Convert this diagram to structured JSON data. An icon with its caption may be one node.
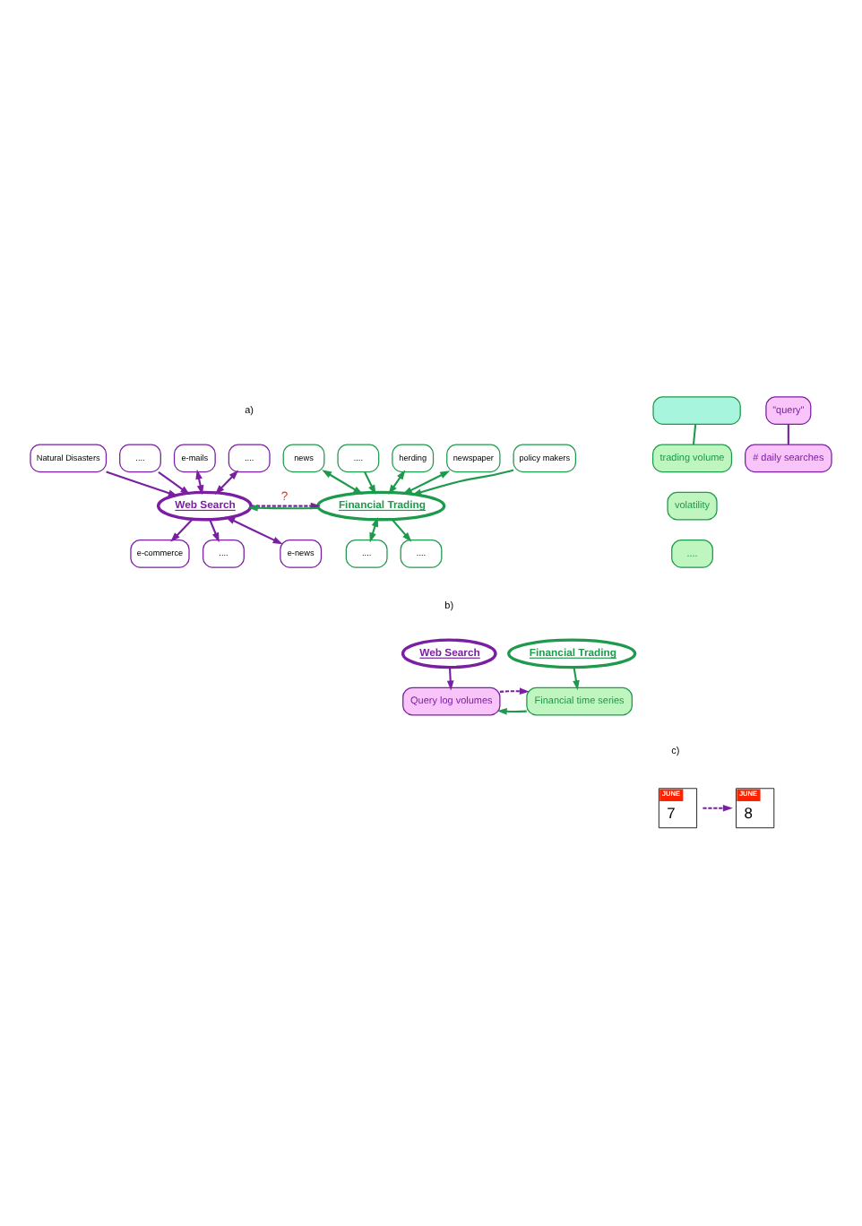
{
  "diagram": {
    "nodes": [
      {
        "text": [
          "...."
        ]
      },
      {
        "text": [
          "e-mails"
        ]
      },
      {
        "text": [
          "e-commerce"
        ]
      },
      {
        "text": [
          "news"
        ]
      },
      {
        "text": [
          "newspaper"
        ]
      },
      {
        "text": [
          "...."
        ]
      },
      {
        "text": [
          "herding"
        ]
      },
      {
        "text": [
          "...."
        ]
      },
      {
        "text": [
          "Web Search"
        ]
      },
      {
        "text": [
          "Financial Trading"
        ]
      },
      {
        "text": [
          "...."
        ]
      },
      {
        "text": [
          "Natural Disasters"
        ]
      },
      {
        "text": [
          "e-news"
        ]
      },
      {
        "text": [
          "policy makers"
        ]
      },
      {
        "text": [
          "...."
        ]
      },
      {
        "text": [
          "...."
        ]
      },
      {
        "text": [
          "Web Search"
        ]
      },
      {
        "text": [
          "Financial Trading"
        ]
      },
      {
        "text": [
          "Query log volumes"
        ]
      },
      {
        "text": [
          "Financial time series"
        ]
      },
      {
        "text": [
          "JUNE",
          "7"
        ]
      },
      {
        "text": [
          "JUNE",
          "8"
        ]
      },
      {
        "text": [
          "\"query\""
        ]
      },
      {
        "text": [],
        "shape": "box"
      },
      {
        "text": [
          "# daily searches"
        ]
      },
      {
        "text": [
          "trading volume"
        ]
      },
      {
        "text": [
          "volatility"
        ]
      },
      {
        "text": [
          "...."
        ]
      }
    ],
    "edges": [
      {
        "from": 0,
        "to": 8,
        "arrow": "both"
      },
      {
        "from": 1,
        "to": 8,
        "arrow": "both"
      },
      {
        "from": 8,
        "to": 2,
        "arrow": "to"
      },
      {
        "from": 8,
        "to": 7,
        "arrow": "to"
      },
      {
        "from": 5,
        "to": 8,
        "arrow": "to"
      },
      {
        "from": 11,
        "to": 8,
        "arrow": "to"
      },
      {
        "from": 8,
        "to": 12,
        "arrow": "both"
      },
      {
        "from": 3,
        "to": 9,
        "arrow": "both",
        "color": "#1e9a4c"
      },
      {
        "from": 4,
        "to": 9,
        "arrow": "both",
        "color": "#1e9a4c"
      },
      {
        "from": 6,
        "to": 9,
        "arrow": "both",
        "color": "#1e9a4c"
      },
      {
        "from": 9,
        "to": 10,
        "arrow": "to",
        "color": "#1e9a4c"
      },
      {
        "from": 9,
        "to": 15,
        "arrow": "both",
        "color": "#1e9a4c"
      },
      {
        "from": 14,
        "to": 9,
        "arrow": "to",
        "color": "#1e9a4c"
      },
      {
        "from": 13,
        "to": 9,
        "arrow": "to",
        "color": "#1e9a4c"
      },
      {
        "from": 9,
        "to": 8,
        "arrow": "to",
        "color": "#1e9a4c"
      },
      {
        "from": 8,
        "to": 9,
        "arrow": "to",
        "style": "dashed",
        "label": "?"
      },
      {
        "from": 16,
        "to": 18,
        "arrow": "to"
      },
      {
        "from": 17,
        "to": 19,
        "arrow": "to",
        "color": "#1e9a4c"
      },
      {
        "from": 19,
        "to": 18,
        "arrow": "to",
        "color": "#1e9a4c"
      },
      {
        "from": 18,
        "to": 19,
        "arrow": "to",
        "style": "dashed"
      },
      {
        "from": 20,
        "to": 21,
        "arrow": "to",
        "style": "dashed"
      },
      {
        "from": 22,
        "to": 24,
        "arrow": "none"
      },
      {
        "from": 23,
        "to": 25,
        "arrow": "none",
        "color": "#1e9a4c"
      }
    ],
    "labels": [
      "a)",
      "b)",
      "c)"
    ]
  }
}
